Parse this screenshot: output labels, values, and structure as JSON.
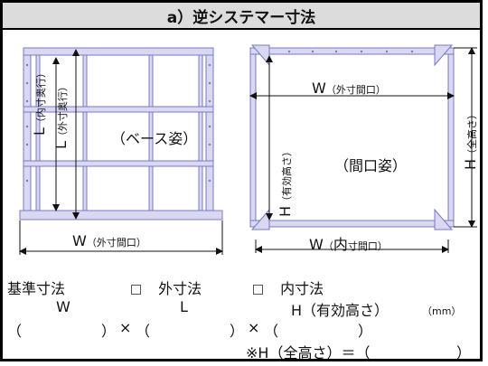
{
  "title": "a）逆システマー寸法",
  "base_view": {
    "caption": "（ベース姿）",
    "w_letter": "W",
    "w_note": "（外寸間口）",
    "l_inner_letter": "L",
    "l_inner_note": "（内寸奥行）",
    "l_outer_letter": "L",
    "l_outer_note": "（外寸奥行）"
  },
  "front_view": {
    "caption": "（間口姿）",
    "w_outer_letter": "W",
    "w_outer_note": "（外寸間口）",
    "w_inner_letter": "W",
    "w_inner_note_a": "（",
    "w_inner_note_b": "内",
    "w_inner_note_c": "寸間口）",
    "h_eff_letter": "H",
    "h_eff_note": "（有効高さ）",
    "h_total_letter": "H",
    "h_total_note": "（全高さ）"
  },
  "form": {
    "label": "基準寸法",
    "opt_outer": "外寸法",
    "opt_inner": "内寸法",
    "col_w": "W",
    "col_l": "L",
    "col_h": "H（有効高さ）",
    "unit": "（mm）",
    "paren_open_1": "（",
    "paren_close_1": "）",
    "times_1": "×",
    "paren_open_2": "（",
    "paren_close_2": "）",
    "times_2": "×",
    "paren_open_3": "（",
    "paren_close_3": "）",
    "total_label": "※H（全高さ）＝（",
    "total_close": "）"
  },
  "colors": {
    "frame": "#7878c8",
    "frame_fill": "#d8d8f0",
    "dim": "#111111"
  }
}
